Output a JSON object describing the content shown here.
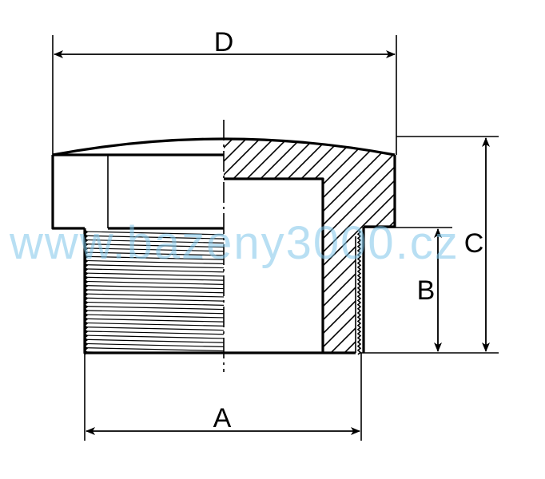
{
  "diagram": {
    "dimension_labels": {
      "a": "A",
      "b": "B",
      "c": "C",
      "d": "D"
    },
    "watermark": "www.bazeny3000.cz",
    "colors": {
      "line": "#000000",
      "watermark": "#7fc6ea",
      "background": "#ffffff"
    }
  }
}
